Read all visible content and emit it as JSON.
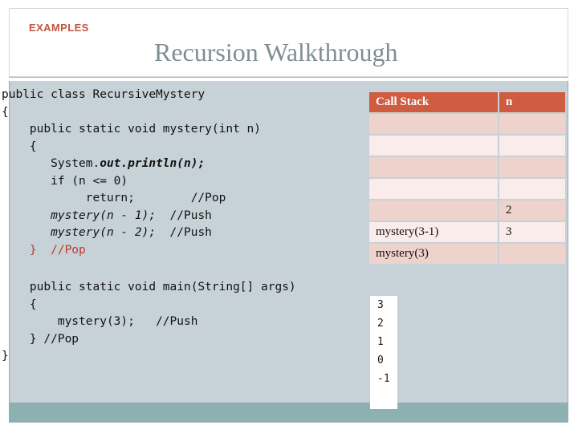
{
  "header": {
    "eyebrow": "EXAMPLES",
    "title": "Recursion Walkthrough",
    "eyebrow_color": "#c0563e",
    "title_color": "#7e8f94"
  },
  "code_block": {
    "lines": [
      "public class RecursiveMystery",
      "{",
      "    public static void mystery(int n)",
      "    {",
      "       System.out.println(n);",
      "       if (n <= 0)",
      "            return;        //Pop",
      "       mystery(n - 1);  //Push",
      "       mystery(n - 2);  //Push",
      "    }  //Pop"
    ],
    "line1": "public class RecursiveMystery",
    "line2": "{",
    "line3": "    public static void mystery(int n)",
    "line4": "    {",
    "line5_a": "       System.",
    "line5_b": "out",
    "line5_c": ".",
    "line5_d": "println(n);",
    "line6": "       if (n <= 0)",
    "line7": "            return;        //Pop",
    "line8_a": "       mystery(n - 1);",
    "line8_b": "  //Push",
    "line9_a": "       mystery(n - 2);",
    "line9_b": "  //Push",
    "line10": "    }  //Pop",
    "line10_brace": "    }",
    "line10_comment": "  //Pop",
    "m_line1": "    public static void main(String[] args)",
    "m_line2": "    {",
    "m_line3_a": "        mystery(3);",
    "m_line3_b": "   //Push",
    "m_line4": "    } //Pop",
    "m_line5": "}",
    "background": "#c6d2d7",
    "comment_red": "#c0392b"
  },
  "call_stack_table": {
    "headers": [
      "Call Stack",
      "n"
    ],
    "rows": [
      {
        "call": "",
        "n": ""
      },
      {
        "call": "",
        "n": ""
      },
      {
        "call": "",
        "n": ""
      },
      {
        "call": "",
        "n": ""
      },
      {
        "call": "",
        "n": "2"
      },
      {
        "call": "mystery(3-1)",
        "n": "3"
      },
      {
        "call": "mystery(3)",
        "n": ""
      }
    ],
    "header_color": "#cf5c41",
    "row_dark_color": "#eed3cc",
    "row_light_color": "#f9ecea"
  },
  "output": {
    "lines": [
      "3",
      "2",
      "1",
      "0",
      "-1"
    ],
    "background": "#ffffff"
  },
  "colors": {
    "panel": "#c6d2d7",
    "bottom_band": "#8fb0b0",
    "page": "#ffffff"
  }
}
